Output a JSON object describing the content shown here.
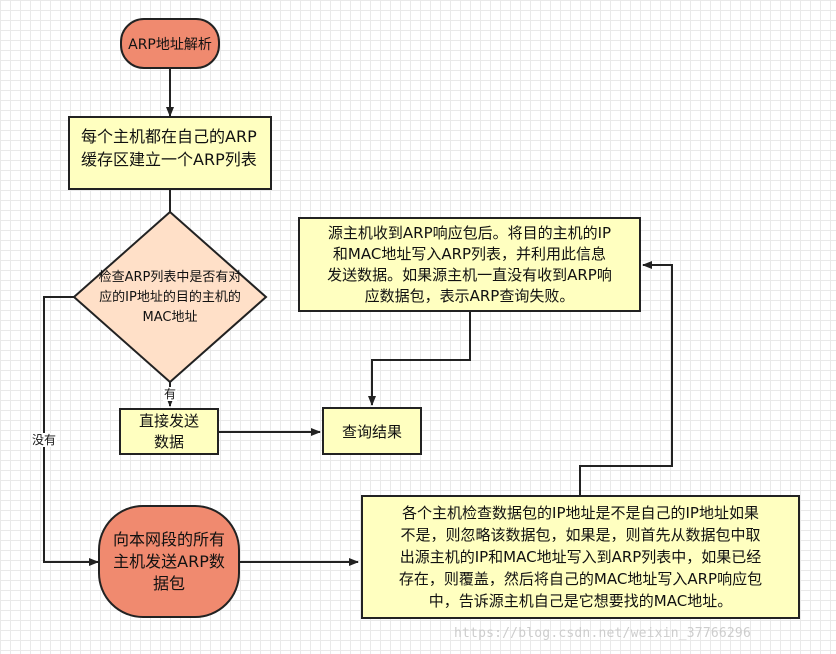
{
  "nodes": {
    "start": {
      "text": "ARP地址解析"
    },
    "build_table": {
      "text": "每个主机都在自己的ARP\n缓存区建立一个ARP列表"
    },
    "check_table": {
      "text": "检查ARP列表中是否有对\n应的IP地址的目的主机的\nMAC地址"
    },
    "send_direct": {
      "text": "直接发送\n数据"
    },
    "query_result": {
      "text": "查询结果"
    },
    "source_receive": {
      "text": "源主机收到ARP响应包后。将目的主机的IP\n和MAC地址写入ARP列表，并利用此信息\n发送数据。如果源主机一直没有收到ARP响\n应数据包，表示ARP查询失败。"
    },
    "broadcast": {
      "text": "向本网段的所有\n主机发送ARP数\n据包"
    },
    "hosts_check": {
      "text": "各个主机检查数据包的IP地址是不是自己的IP地址如果\n不是，则忽略该数据包，如果是，则首先从数据包中取\n出源主机的IP和MAC地址写入到ARP列表中，如果已经\n存在，则覆盖，然后将自己的MAC地址写入ARP响应包\n中，告诉源主机自己是它想要找的MAC地址。"
    }
  },
  "edge_labels": {
    "yes": "有",
    "no": "没有"
  },
  "colors": {
    "terminal_fill": "#f08a6f",
    "process_fill": "#ffffc0",
    "decision_fill": "#ffe0c8",
    "stroke": "#222222"
  },
  "watermark": "https://blog.csdn.net/weixin_37766296"
}
